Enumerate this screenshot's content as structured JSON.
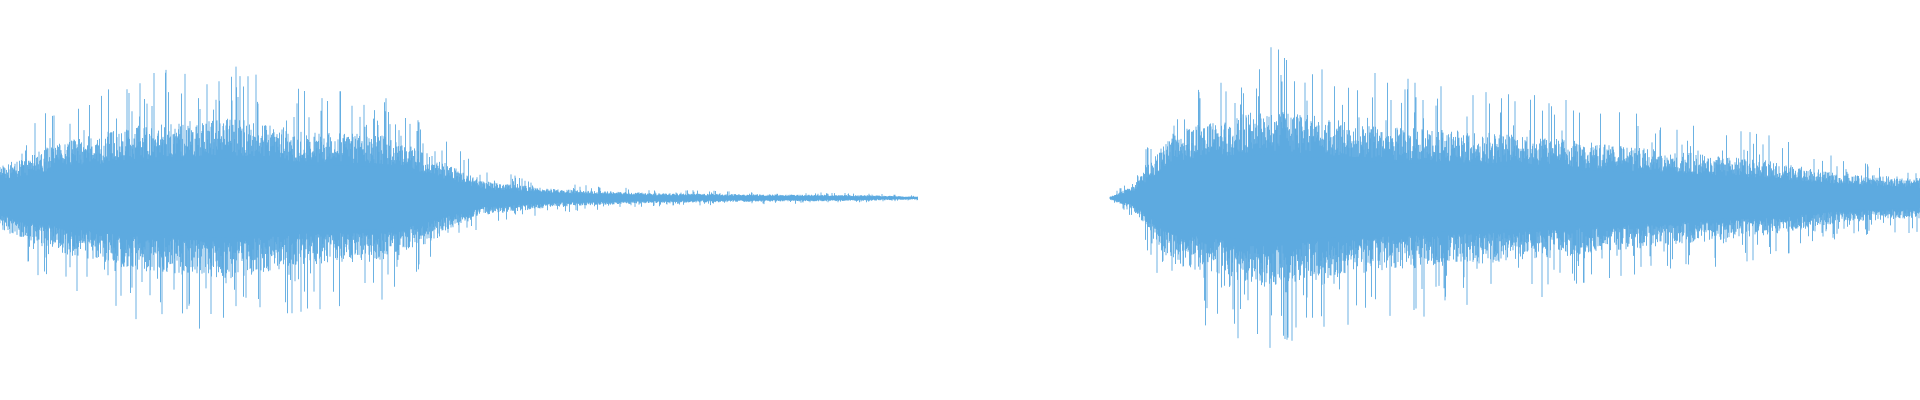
{
  "waveform": {
    "color": "#5DAAE0",
    "background": "#FFFFFF",
    "segments": [
      {
        "name": "segment-1",
        "start_fraction": 0.0,
        "end_fraction": 0.478,
        "envelope": [
          [
            0.0,
            0.22
          ],
          [
            0.03,
            0.38
          ],
          [
            0.07,
            0.5
          ],
          [
            0.12,
            0.56
          ],
          [
            0.16,
            0.46
          ],
          [
            0.2,
            0.44
          ],
          [
            0.225,
            0.3
          ],
          [
            0.25,
            0.12
          ],
          [
            0.29,
            0.06
          ],
          [
            0.34,
            0.035
          ],
          [
            0.4,
            0.025
          ],
          [
            0.45,
            0.02
          ],
          [
            0.478,
            0.01
          ]
        ]
      },
      {
        "name": "segment-2",
        "start_fraction": 0.578,
        "end_fraction": 1.0,
        "envelope": [
          [
            0.578,
            0.01
          ],
          [
            0.59,
            0.08
          ],
          [
            0.61,
            0.46
          ],
          [
            0.66,
            0.62
          ],
          [
            0.72,
            0.5
          ],
          [
            0.79,
            0.44
          ],
          [
            0.86,
            0.34
          ],
          [
            0.92,
            0.26
          ],
          [
            0.96,
            0.17
          ],
          [
            1.0,
            0.14
          ]
        ]
      }
    ]
  }
}
